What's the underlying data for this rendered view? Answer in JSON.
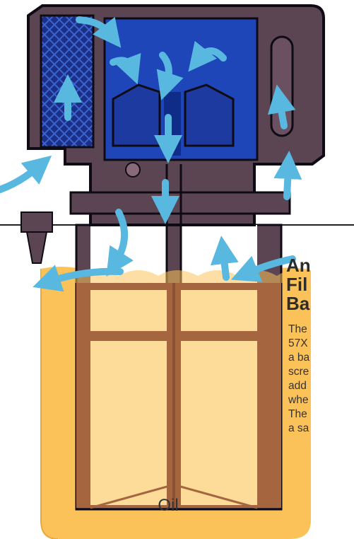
{
  "title_lines": [
    "An",
    "Fil",
    "Ba"
  ],
  "body_lines": [
    "The",
    "57X",
    "a ba",
    "scre",
    "add",
    "whe",
    "The",
    "a sa"
  ],
  "oil_label": "Oil",
  "colors": {
    "housing": "#5c4552",
    "outline": "#0e0b14",
    "chamber": "#1f46b8",
    "chamber_dark": "#0f2d88",
    "baffle": "#1c3aa0",
    "oil": "#fbc25a",
    "oil_light": "#fddc9a",
    "tube": "#a5663f",
    "arrow": "#58b8e0",
    "filter_mesh": "#3a64d0"
  }
}
